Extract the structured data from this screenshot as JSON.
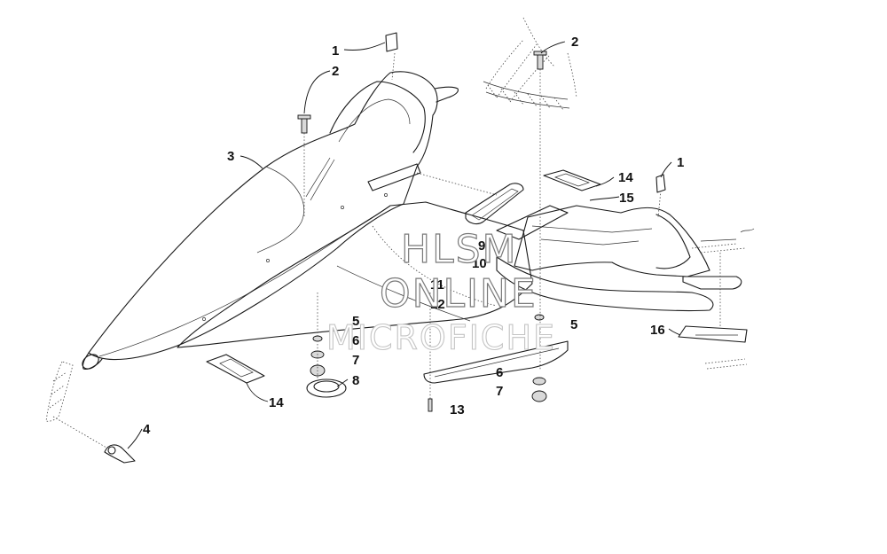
{
  "callouts": {
    "c1a": "1",
    "c2a": "2",
    "c2b": "2",
    "c3": "3",
    "c14a": "14",
    "c1b": "1",
    "c15": "15",
    "c9": "9",
    "c10": "10",
    "c11": "11",
    "c12": "12",
    "c5a": "5",
    "c6a": "6",
    "c7a": "7",
    "c8": "8",
    "c14b": "14",
    "c5b": "5",
    "c16": "16",
    "c6b": "6",
    "c7b": "7",
    "c13": "13",
    "c4": "4"
  },
  "watermark": {
    "line1": "HLSM",
    "line2": "ONLINE",
    "line3": "MICROFICHE"
  }
}
